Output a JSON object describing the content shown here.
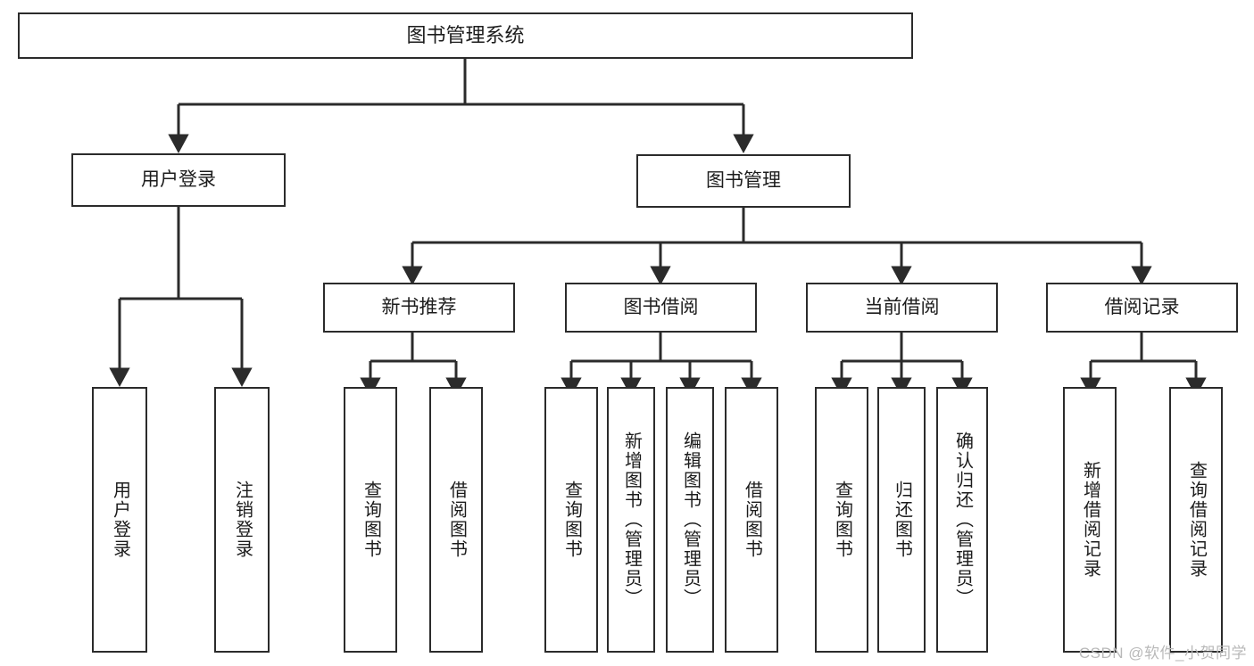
{
  "diagram": {
    "title": "图书管理系统",
    "type": "tree-hierarchy-diagram",
    "accent_color": "#2b2b2b",
    "background_color": "#ffffff",
    "root": {
      "id": "root",
      "label": "图书管理系统"
    },
    "level2": [
      {
        "id": "user-login",
        "label": "用户登录"
      },
      {
        "id": "book-manage",
        "label": "图书管理"
      }
    ],
    "level3": [
      {
        "id": "new-book-recommend",
        "label": "新书推荐",
        "parent": "book-manage"
      },
      {
        "id": "book-borrow",
        "label": "图书借阅",
        "parent": "book-manage"
      },
      {
        "id": "current-borrow",
        "label": "当前借阅",
        "parent": "book-manage"
      },
      {
        "id": "borrow-record",
        "label": "借阅记录",
        "parent": "book-manage"
      }
    ],
    "leaves": [
      {
        "id": "leaf-user-login",
        "label": "用户登录",
        "parent": "user-login"
      },
      {
        "id": "leaf-logout-login",
        "label": "注销登录",
        "parent": "user-login"
      },
      {
        "id": "leaf-query-book-1",
        "label": "查询图书",
        "parent": "new-book-recommend"
      },
      {
        "id": "leaf-borrow-book-1",
        "label": "借阅图书",
        "parent": "new-book-recommend"
      },
      {
        "id": "leaf-query-book-2",
        "label": "查询图书",
        "parent": "book-borrow"
      },
      {
        "id": "leaf-add-book",
        "label": "新增图书（管理员）",
        "parent": "book-borrow"
      },
      {
        "id": "leaf-edit-book",
        "label": "编辑图书（管理员）",
        "parent": "book-borrow"
      },
      {
        "id": "leaf-borrow-book-2",
        "label": "借阅图书",
        "parent": "book-borrow"
      },
      {
        "id": "leaf-query-book-3",
        "label": "查询图书",
        "parent": "current-borrow"
      },
      {
        "id": "leaf-return-book",
        "label": "归还图书",
        "parent": "current-borrow"
      },
      {
        "id": "leaf-confirm-return",
        "label": "确认归还（管理员）",
        "parent": "current-borrow"
      },
      {
        "id": "leaf-add-record",
        "label": "新增借阅记录",
        "parent": "borrow-record"
      },
      {
        "id": "leaf-query-record",
        "label": "查询借阅记录",
        "parent": "borrow-record"
      }
    ],
    "watermark": "CSDN @软件_小贺同学"
  }
}
